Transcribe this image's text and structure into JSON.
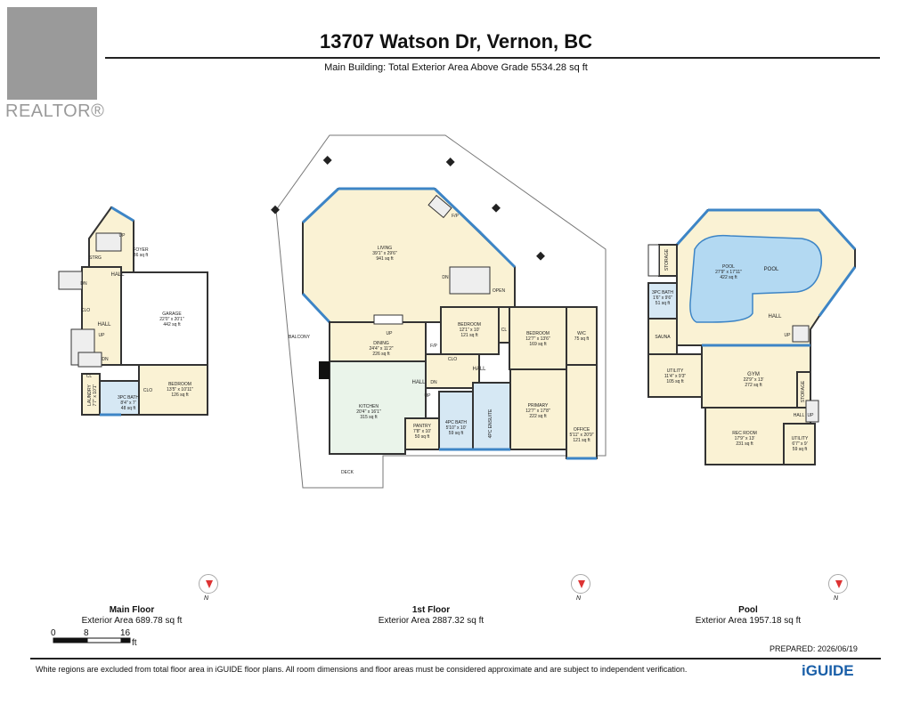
{
  "header": {
    "logo_text": "REALTOR®",
    "title": "13707 Watson Dr, Vernon, BC",
    "subtitle": "Main Building: Total Exterior Area Above Grade 5534.28 sq ft"
  },
  "main_floor": {
    "name": "Main Floor",
    "area": "Exterior Area 689.78 sq ft",
    "rooms": {
      "up1": "UP",
      "foyer": "FOYER",
      "foyer_area": "86 sq ft",
      "strg": "STRG",
      "hall1": "HALL",
      "dn1": "DN",
      "clo1": "CLO",
      "hall2": "HALL",
      "up2": "UP",
      "dn2": "DN",
      "garage": "GARAGE",
      "garage_dims": "22'0\" x 20'1\"",
      "garage_area": "442 sq ft",
      "bedroom": "BEDROOM",
      "bedroom_dims": "13'5\" x 10'11\"",
      "bedroom_area": "126 sq ft",
      "clo2": "CLO",
      "cl": "CL",
      "laundry": "LAUNDRY",
      "laundry_dims": "7'7\" x 10'1\"",
      "bath": "3PC BATH",
      "bath_dims": "8'4\" x 7'",
      "bath_area": "48 sq ft"
    }
  },
  "first_floor": {
    "name": "1st Floor",
    "area": "Exterior Area 2887.32 sq ft",
    "rooms": {
      "living": "LIVING",
      "living_dims": "39'1\" x 29'6\"",
      "living_area": "941 sq ft",
      "fp1": "F/P",
      "dn": "DN",
      "open": "OPEN",
      "up": "UP",
      "balcony": "BALCONY",
      "dining": "DINING",
      "dining_dims": "24'4\" x 11'2\"",
      "dining_area": "226 sq ft",
      "fp2": "F/P",
      "bedroom1": "BEDROOM",
      "bedroom1_dims": "12'1\" x 10'",
      "bedroom1_area": "121 sq ft",
      "cl": "CL",
      "bedroom2": "BEDROOM",
      "bedroom2_dims": "12'7\" x 13'6\"",
      "bedroom2_area": "169 sq ft",
      "wic": "W/C",
      "wic_area": "75 sq ft",
      "clo": "CLO",
      "hall1": "HALL",
      "hall2": "HALL",
      "up2": "UP",
      "dn2": "DN",
      "kitchen": "KITCHEN",
      "kitchen_dims": "20'4\" x 16'1\"",
      "kitchen_area": "315 sq ft",
      "pantry": "PANTRY",
      "pantry_dims": "7'8\" x 10'",
      "pantry_area": "50 sq ft",
      "bath4": "4PC BATH",
      "bath4_dims": "5'10\" x 10'",
      "bath4_area": "59 sq ft",
      "ensuite": "4PC ENSUITE",
      "primary": "PRIMARY",
      "primary_dims": "12'7\" x 17'8\"",
      "primary_area": "222 sq ft",
      "office": "OFFICE",
      "office_dims": "5'11\" x 20'9\"",
      "office_area": "121 sq ft",
      "deck": "DECK"
    }
  },
  "pool_floor": {
    "name": "Pool",
    "area": "Exterior Area 1957.18 sq ft",
    "rooms": {
      "storage1": "STORAGE",
      "pool_label": "POOL",
      "pool_dims": "27'9\" x 17'11\"",
      "pool_area": "422 sq ft",
      "pool_tag": "POOL",
      "bath3": "3PC BATH",
      "bath3_dims": "1'6\" x 9'6\"",
      "bath3_area": "51 sq ft",
      "sauna": "SAUNA",
      "hall": "HALL",
      "up": "UP",
      "utility1": "UTILITY",
      "utility1_dims": "11'4\" x 9'3\"",
      "utility1_area": "105 sq ft",
      "gym": "GYM",
      "gym_dims": "22'9\" x 13'",
      "gym_area": "272 sq ft",
      "storage2": "STORAGE",
      "hall2": "HALL",
      "up2": "UP",
      "rec": "REC ROOM",
      "rec_dims": "17'9\" x 13'",
      "rec_area": "231 sq ft",
      "utility2": "UTILITY",
      "utility2_dims": "6'7\" x 9'",
      "utility2_area": "59 sq ft"
    }
  },
  "compass_label": "N",
  "scale": {
    "t0": "0",
    "t1": "8",
    "t2": "16",
    "unit": "ft"
  },
  "prepared": "PREPARED: 2026/06/19",
  "footer": "White regions are excluded from total floor area in iGUIDE floor plans. All room dimensions and floor areas must be considered approximate and are subject to independent verification.",
  "brand": "iGUIDE",
  "colors": {
    "room_fill": "#faf2d4",
    "bath_fill": "#d6e8f4",
    "pool_blue": "#b3d9f2",
    "wall_blue": "#3d85c6",
    "wall": "#333333"
  }
}
